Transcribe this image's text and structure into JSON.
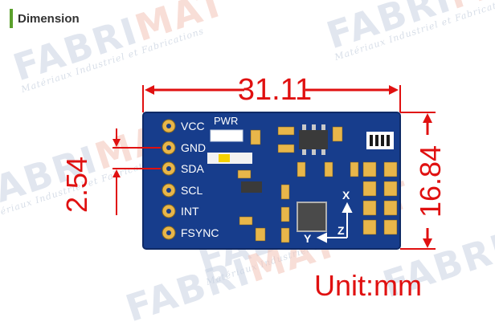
{
  "section": {
    "title": "Dimension",
    "bar_color": "#5aa02c"
  },
  "watermark": {
    "word_part1": "FAB",
    "word_part2": "RI",
    "word_part3": "MAT",
    "tagline": "Matériaux Industriel et Fabrications",
    "color_blue": "#c9d3e3",
    "color_red": "#f3c4b8"
  },
  "board": {
    "pins": [
      "VCC",
      "GND",
      "SDA",
      "SCL",
      "INT",
      "FSYNC"
    ],
    "power_label": "PWR",
    "axis_x": "X",
    "axis_y": "Y",
    "axis_z": "Z",
    "color_pcb": "#173d8c",
    "color_pad": "#e8b64a",
    "color_dim": "#e01010"
  },
  "dimensions": {
    "width": "31.11",
    "height": "16.84",
    "pitch": "2.54",
    "unit": "Unit:mm"
  }
}
